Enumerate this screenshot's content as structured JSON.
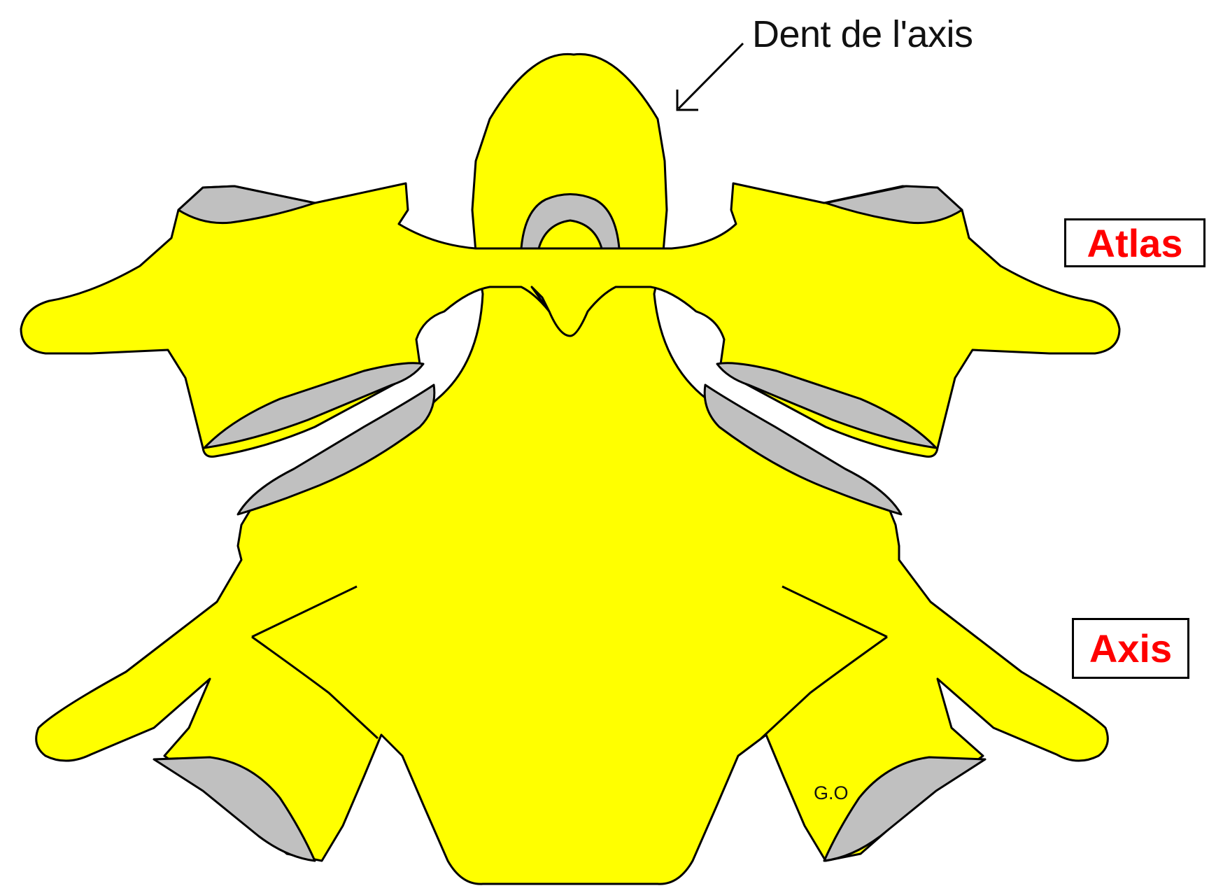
{
  "labels": {
    "dent": "Dent de l'axis",
    "atlas": "Atlas",
    "axis": "Axis",
    "initials": "G.O"
  },
  "colors": {
    "bone": "#ffff00",
    "facet": "#c0c0c0",
    "outline": "#000000",
    "label_text": "#ff0000"
  }
}
